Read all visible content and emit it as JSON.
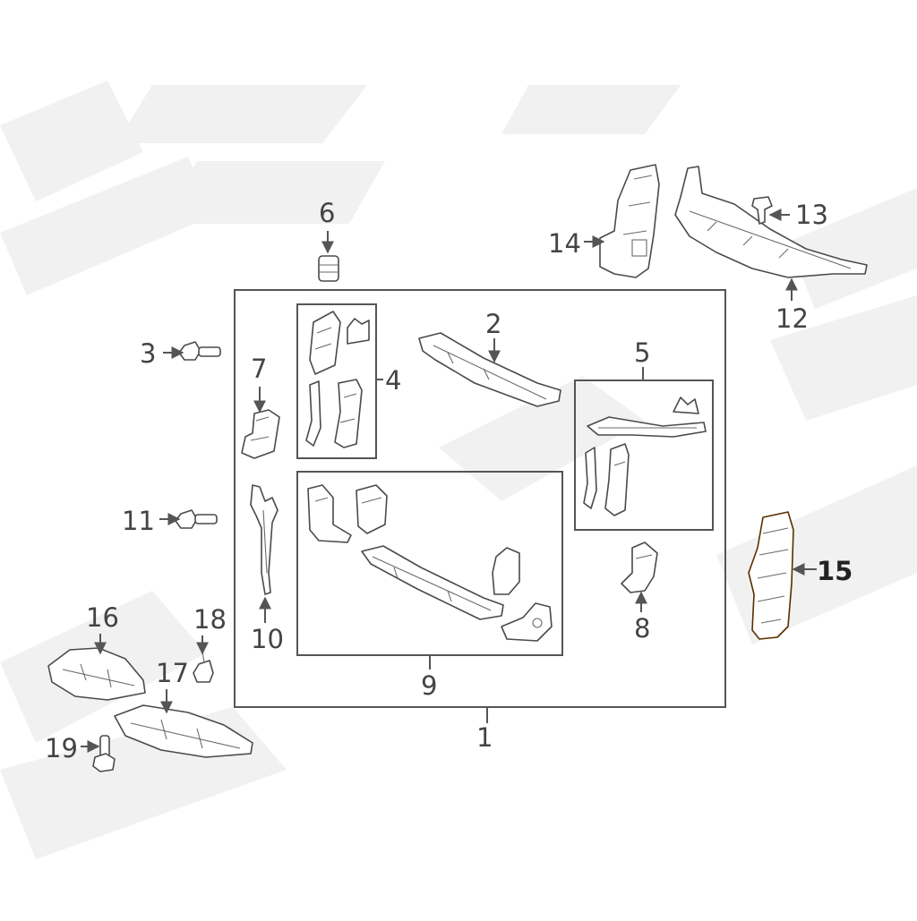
{
  "diagram": {
    "callouts": {
      "c1": "1",
      "c2": "2",
      "c3": "3",
      "c4": "4",
      "c5": "5",
      "c6": "6",
      "c7": "7",
      "c8": "8",
      "c9": "9",
      "c10": "10",
      "c11": "11",
      "c12": "12",
      "c13": "13",
      "c14": "14",
      "c15": "15",
      "c16": "16",
      "c17": "17",
      "c18": "18",
      "c19": "19"
    },
    "colors": {
      "highlight_fill": "#E8781E",
      "line": "#555555",
      "label": "#444444",
      "watermark": "#F1F1F1"
    },
    "highlighted_part": "15"
  }
}
